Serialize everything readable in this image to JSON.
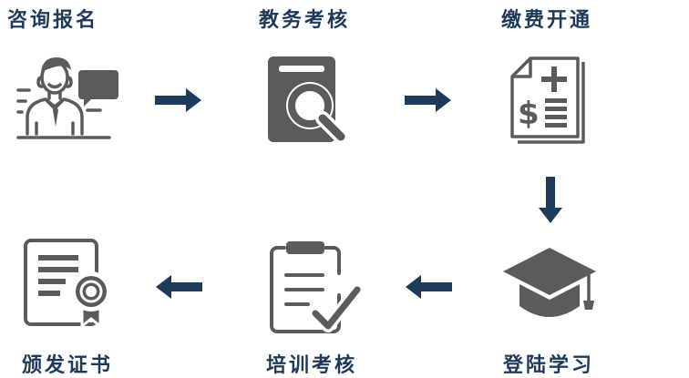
{
  "steps": [
    {
      "label": "咨询报名",
      "icon": "consultant-person-icon"
    },
    {
      "label": "教务考核",
      "icon": "document-magnifier-icon"
    },
    {
      "label": "缴费开通",
      "icon": "invoice-dollar-icon"
    },
    {
      "label": "登陆学习",
      "icon": "graduation-cap-icon"
    },
    {
      "label": "培训考核",
      "icon": "clipboard-check-icon"
    },
    {
      "label": "颁发证书",
      "icon": "certificate-icon"
    }
  ],
  "colors": {
    "label": "#1e3a5a",
    "arrow": "#1d3a5b",
    "icon": "#5b5b5b"
  }
}
